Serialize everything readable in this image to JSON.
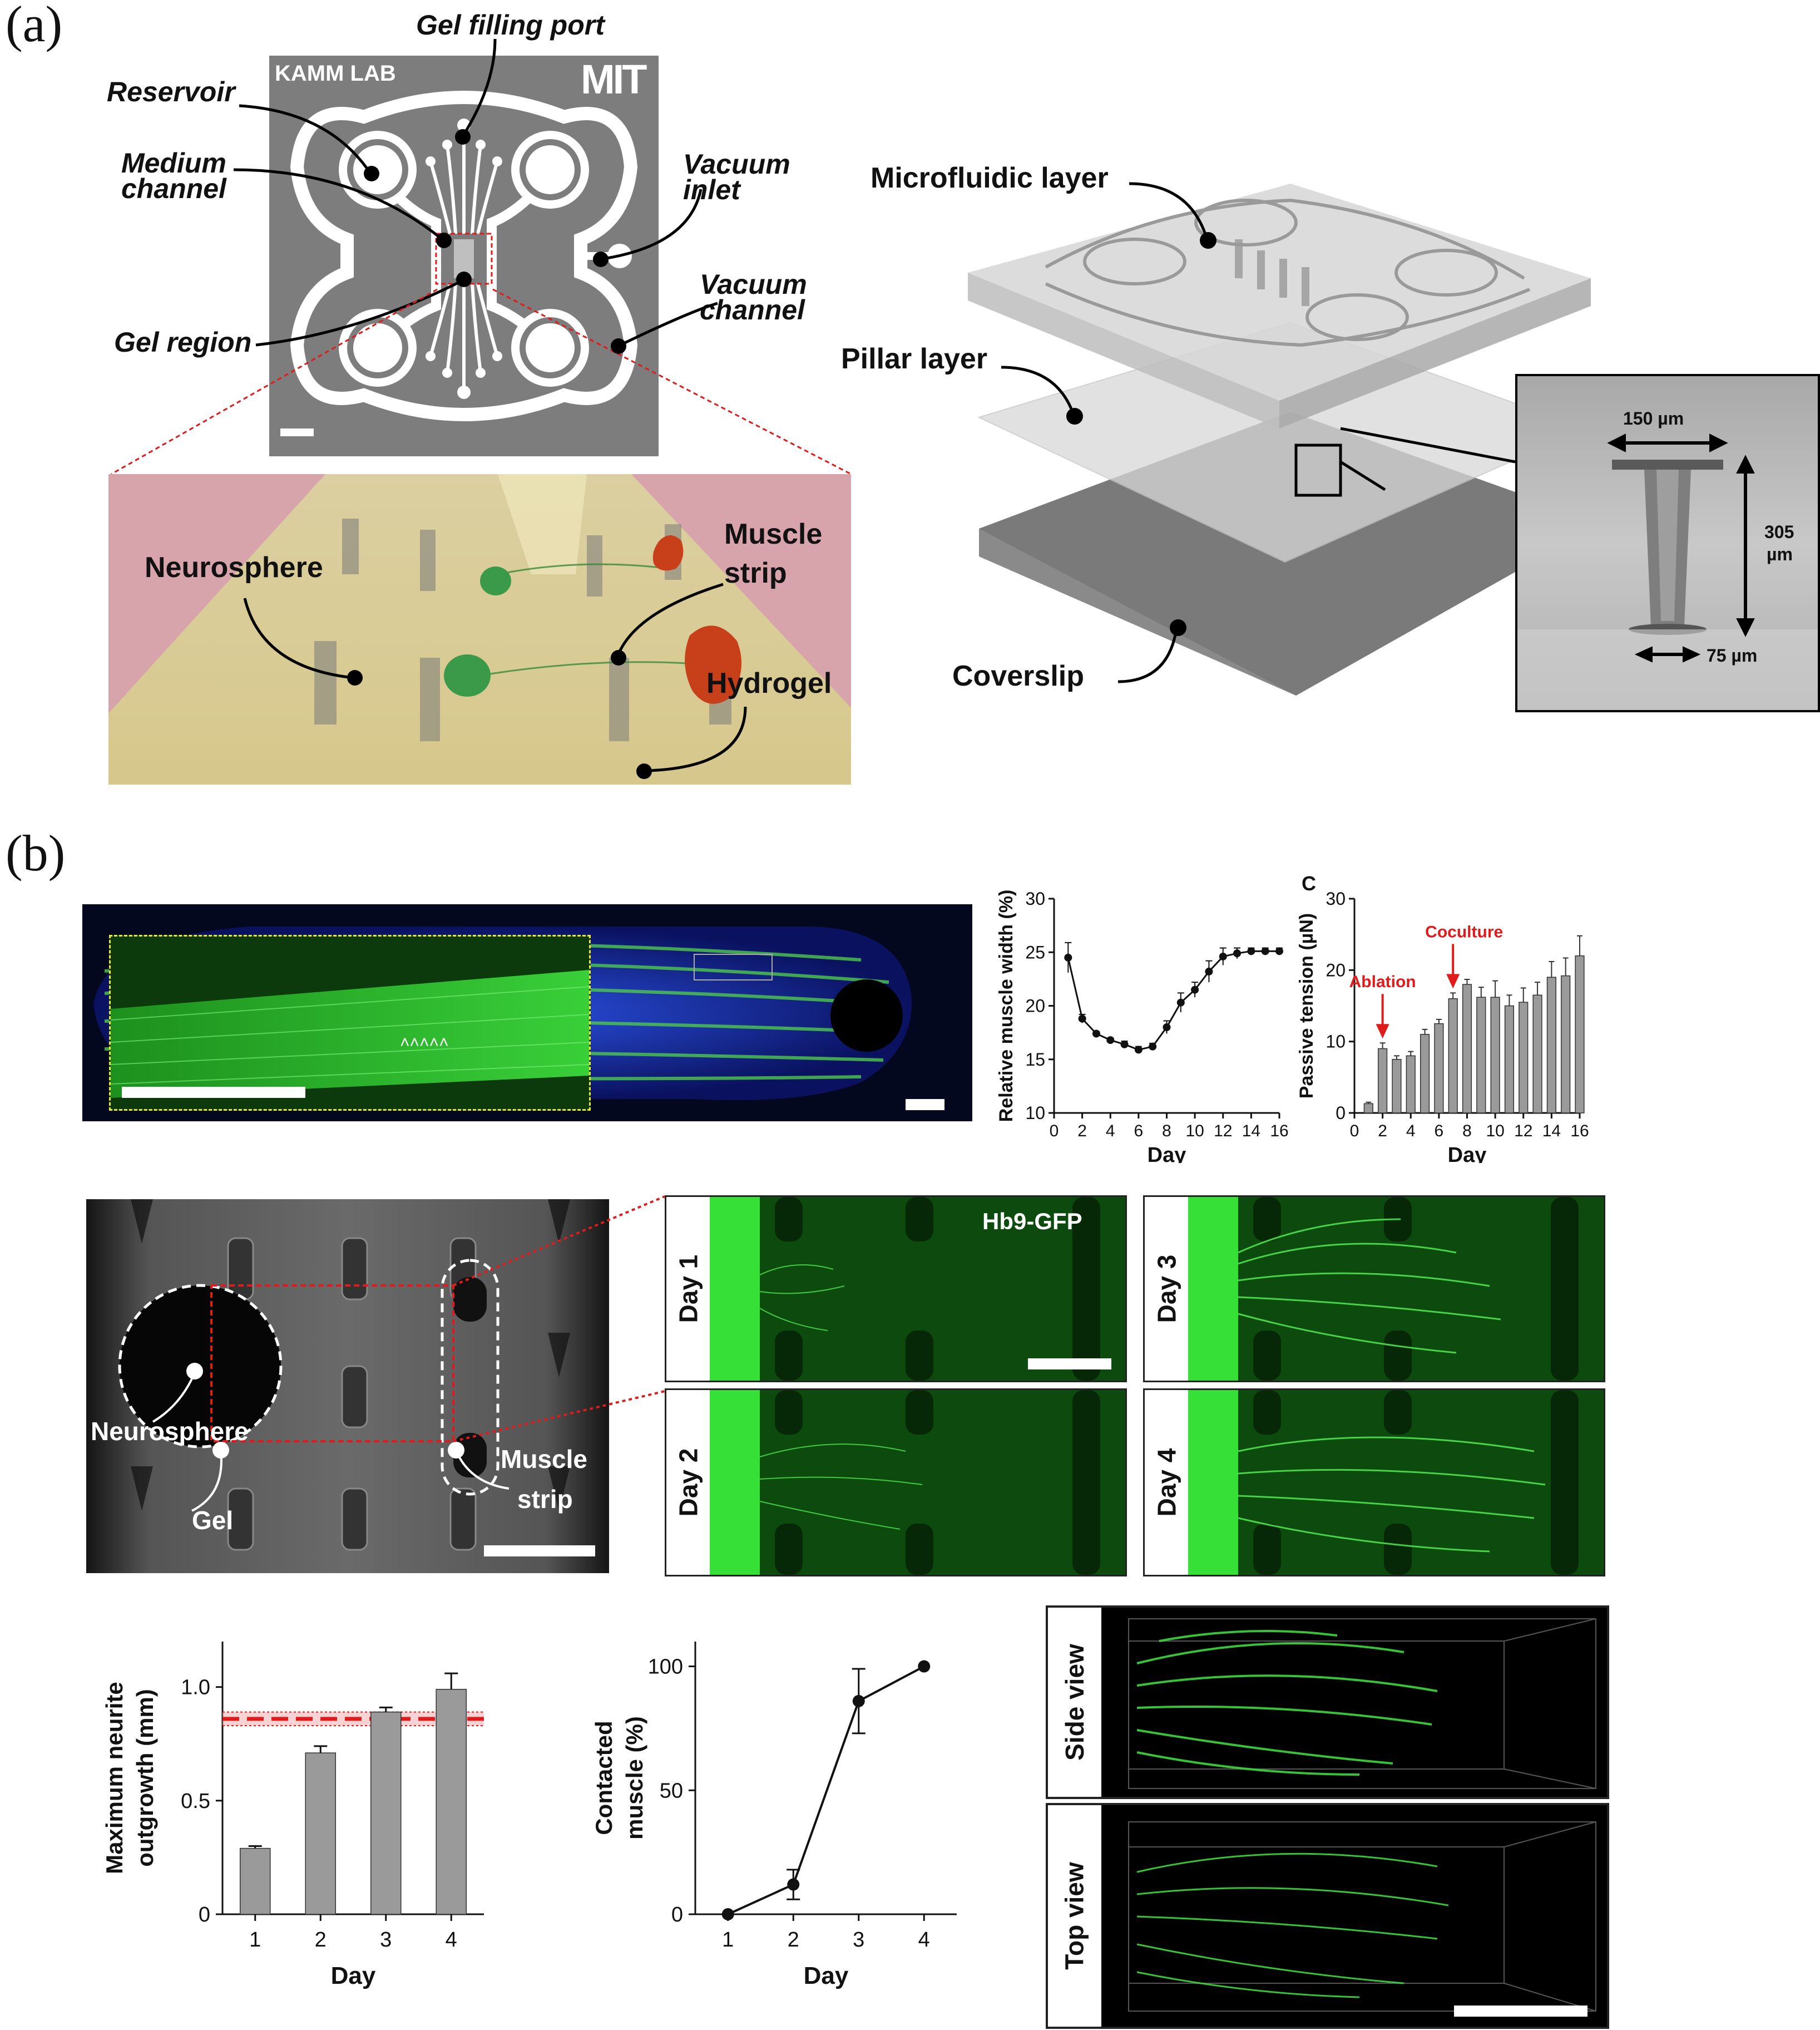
{
  "panel_a": {
    "letter": "(a)",
    "chip": {
      "brand_text": "KAMM LAB",
      "logo_text": "MIT",
      "labels": {
        "gel_filling_port": "Gel filling port",
        "reservoir": "Reservoir",
        "medium_channel_1": "Medium",
        "medium_channel_2": "channel",
        "vacuum_inlet_1": "Vacuum",
        "vacuum_inlet_2": "inlet",
        "vacuum_channel_1": "Vacuum",
        "vacuum_channel_2": "channel",
        "gel_region": "Gel region"
      }
    },
    "render3d": {
      "neurosphere": "Neurosphere",
      "muscle_strip_1": "Muscle",
      "muscle_strip_2": "strip",
      "hydrogel": "Hydrogel"
    },
    "layers": {
      "microfluidic": "Microfluidic layer",
      "pillar": "Pillar layer",
      "coverslip": "Coverslip"
    },
    "pillar_inset": {
      "top_width": "150 µm",
      "height_1": "305",
      "height_2": "µm",
      "bottom_width": "75 µm"
    }
  },
  "panel_b": {
    "letter": "(b)",
    "micro_labels": {
      "hb9": "Hb9-GFP",
      "day1": "Day 1",
      "day2": "Day 2",
      "day3": "Day 3",
      "day4": "Day 4",
      "neurosphere": "Neurosphere",
      "gel": "Gel",
      "muscle_1": "Muscle",
      "muscle_2": "strip",
      "side_view": "Side view",
      "top_view": "Top view"
    }
  },
  "chart_data": [
    {
      "id": "muscle-width",
      "type": "line",
      "title": "",
      "xlabel": "Day",
      "ylabel": "Relative muscle width (%)",
      "xlim": [
        0,
        16
      ],
      "ylim": [
        10,
        30
      ],
      "xticks": [
        0,
        2,
        4,
        6,
        8,
        10,
        12,
        14,
        16
      ],
      "yticks": [
        10,
        15,
        20,
        25,
        30
      ],
      "x": [
        1,
        2,
        3,
        4,
        5,
        6,
        7,
        8,
        9,
        10,
        11,
        12,
        13,
        14,
        15,
        16
      ],
      "y": [
        24.5,
        18.8,
        17.4,
        16.8,
        16.4,
        15.9,
        16.2,
        18.0,
        20.3,
        21.5,
        23.2,
        24.6,
        24.9,
        25.1,
        25.1,
        25.1
      ],
      "err": [
        1.4,
        0.4,
        0.2,
        0.2,
        0.3,
        0.3,
        0.3,
        0.6,
        0.9,
        0.7,
        1.0,
        0.8,
        0.5,
        0.3,
        0.3,
        0.3
      ]
    },
    {
      "id": "passive-tension",
      "type": "bar",
      "panel_label": "C",
      "xlabel": "Day",
      "ylabel": "Passive tension (µN)",
      "xlim": [
        0,
        16
      ],
      "ylim": [
        0,
        30
      ],
      "xticks": [
        0,
        2,
        4,
        6,
        8,
        10,
        12,
        14,
        16
      ],
      "yticks": [
        0,
        10,
        20,
        30
      ],
      "x": [
        1,
        2,
        3,
        4,
        5,
        6,
        7,
        8,
        9,
        10,
        11,
        12,
        13,
        14,
        15,
        16
      ],
      "values": [
        1.3,
        9.0,
        7.5,
        8.0,
        11.0,
        12.5,
        16.0,
        18.0,
        16.2,
        16.2,
        15.0,
        15.5,
        16.5,
        19.0,
        19.2,
        22.0
      ],
      "err": [
        0.2,
        0.8,
        0.5,
        0.6,
        0.7,
        0.6,
        0.8,
        0.7,
        1.4,
        2.3,
        1.5,
        2.0,
        1.8,
        2.2,
        2.5,
        2.8
      ],
      "annotations": [
        {
          "text": "Ablation",
          "x": 2,
          "color": "#e01b1b"
        },
        {
          "text": "Coculture",
          "x": 7,
          "color": "#e01b1b"
        }
      ]
    },
    {
      "id": "neurite-outgrowth",
      "type": "bar",
      "xlabel": "Day",
      "ylabel_1": "Maximum neurite",
      "ylabel_2": "outgrowth (mm)",
      "ylim": [
        0,
        1.2
      ],
      "yticks": [
        "0",
        "0.5",
        "1.0"
      ],
      "ytick_values": [
        0,
        0.5,
        1.0
      ],
      "categories": [
        "1",
        "2",
        "3",
        "4"
      ],
      "values": [
        0.29,
        0.71,
        0.89,
        0.99
      ],
      "err": [
        0.01,
        0.03,
        0.02,
        0.07
      ],
      "reference_line": {
        "value": 0.86,
        "band": [
          0.83,
          0.89
        ],
        "color": "#e01b1b"
      }
    },
    {
      "id": "contacted-muscle",
      "type": "line",
      "xlabel": "Day",
      "ylabel_1": "Contacted",
      "ylabel_2": "muscle (%)",
      "ylim": [
        0,
        110
      ],
      "yticks": [
        0,
        50,
        100
      ],
      "categories": [
        "1",
        "2",
        "3",
        "4"
      ],
      "values": [
        0,
        12,
        86,
        100
      ],
      "err": [
        0,
        6,
        13,
        0
      ]
    }
  ],
  "colors": {
    "chip_gray": "#7d7d7d",
    "gfp_green": "#3ce23c",
    "dapi_blue": "#2040d0",
    "muscle_orange": "#d8461a",
    "arrow_red": "#e01b1b",
    "bar_gray": "#9a9a9a"
  }
}
